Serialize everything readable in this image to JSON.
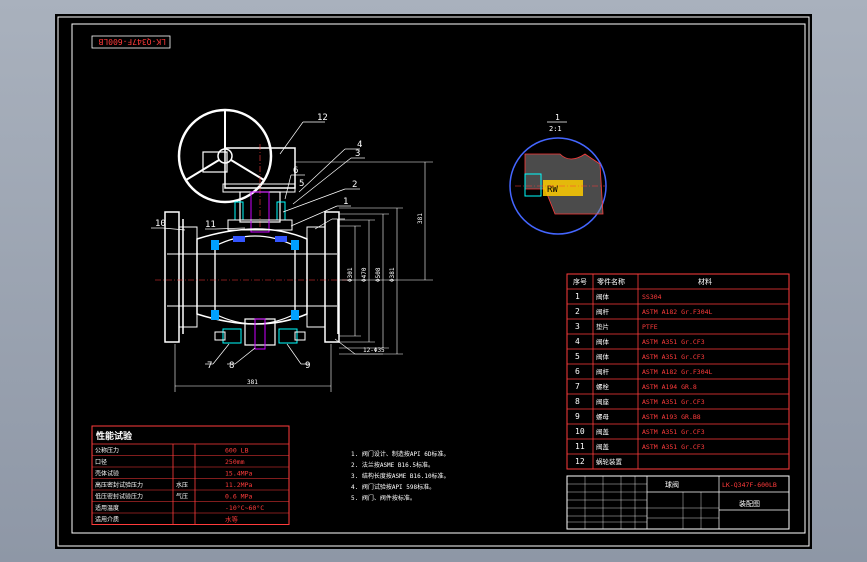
{
  "stamp": "LK-Q347F-600LB",
  "balloons": [
    "1",
    "2",
    "3",
    "4",
    "5",
    "6",
    "7",
    "8",
    "9",
    "10",
    "11",
    "12"
  ],
  "dims": {
    "d1": "Φ301",
    "d2": "Φ470",
    "d3": "Φ508",
    "d4": "Φ381",
    "height": "381",
    "length": "381",
    "bolts": "12-Φ35"
  },
  "detail": {
    "num": "1",
    "scale": "2:1",
    "inset": "RW"
  },
  "bom": {
    "header": {
      "no": "序号",
      "name": "零件名称",
      "material": "材料"
    },
    "rows": [
      {
        "no": "1",
        "name": "阀体",
        "material": "SS304"
      },
      {
        "no": "2",
        "name": "阀杆",
        "material": "ASTM A182 Gr.F304L"
      },
      {
        "no": "3",
        "name": "垫片",
        "material": "PTFE"
      },
      {
        "no": "4",
        "name": "阀体",
        "material": "ASTM A351 Gr.CF3"
      },
      {
        "no": "5",
        "name": "阀体",
        "material": "ASTM A351 Gr.CF3"
      },
      {
        "no": "6",
        "name": "阀杆",
        "material": "ASTM A182 Gr.F304L"
      },
      {
        "no": "7",
        "name": "螺栓",
        "material": "ASTM A194 GR.8"
      },
      {
        "no": "8",
        "name": "阀座",
        "material": "ASTM A351 Gr.CF3"
      },
      {
        "no": "9",
        "name": "螺母",
        "material": "ASTM A193 GR.B8"
      },
      {
        "no": "10",
        "name": "阀盖",
        "material": "ASTM A351 Gr.CF3"
      },
      {
        "no": "11",
        "name": "阀盖",
        "material": "ASTM A351 Gr.CF3"
      },
      {
        "no": "12",
        "name": "蜗轮装置",
        "material": ""
      }
    ]
  },
  "perf": {
    "title": "性能试验",
    "rows": [
      {
        "label": "公称压力",
        "sub": "",
        "value": "600 LB"
      },
      {
        "label": "口径",
        "sub": "",
        "value": "250mm"
      },
      {
        "label": "壳体试验",
        "sub": "",
        "value": "15.4MPa"
      },
      {
        "label": "高压密封试验压力",
        "sub": "水压",
        "value": "11.2MPa"
      },
      {
        "label": "低压密封试验压力",
        "sub": "气压",
        "value": "0.6 MPa"
      },
      {
        "label": "适用温度",
        "sub": "",
        "value": "-10°C~60°C"
      },
      {
        "label": "适用介质",
        "sub": "",
        "value": "水等"
      }
    ]
  },
  "notes": [
    "1. 阀门设计、制造按API 6D标准。",
    "2. 法兰按ASME B16.5标准。",
    "3. 结构长度按ASME B16.10标准。",
    "4. 阀门试验按API 598标准。",
    "5. 阀门、阀件按标准。"
  ],
  "title_block": {
    "drawing_no": "LK-Q347F-600LB",
    "name": "装配图",
    "label": "球阀"
  }
}
